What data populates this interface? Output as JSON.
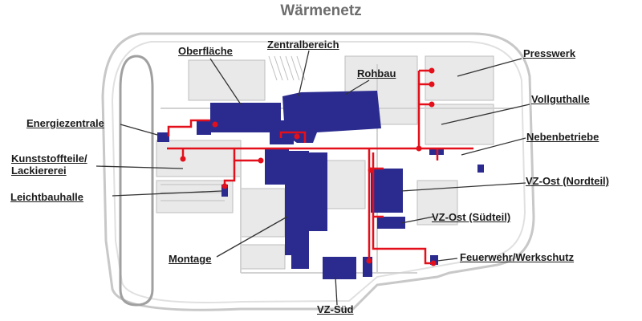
{
  "title": "Wärmenetz",
  "colors": {
    "building_blue": "#2b2b8f",
    "heat_line_red": "#e3101b",
    "road_gray": "#c8c8c8",
    "label_text": "#1b1b1b",
    "title_text": "#6d6d6d"
  },
  "labels": {
    "oberflaeche": "Oberfläche",
    "zentralbereich": "Zentralbereich",
    "rohbau": "Rohbau",
    "presswerk": "Presswerk",
    "vollguthalle": "Vollguthalle",
    "energiezentrale": "Energiezentrale",
    "nebenbetriebe": "Nebenbetriebe",
    "kunststoffteile_line1": "Kunststoffteile/",
    "kunststoffteile_line2": "Lackiererei",
    "vz_ost_nord": "VZ-Ost (Nordteil)",
    "leichtbauhalle": "Leichtbauhalle",
    "vz_ost_sued": "VZ-Ost (Südteil)",
    "feuerwehr": "Feuerwehr/Werkschutz",
    "montage": "Montage",
    "vz_sued": "VZ-Süd"
  }
}
